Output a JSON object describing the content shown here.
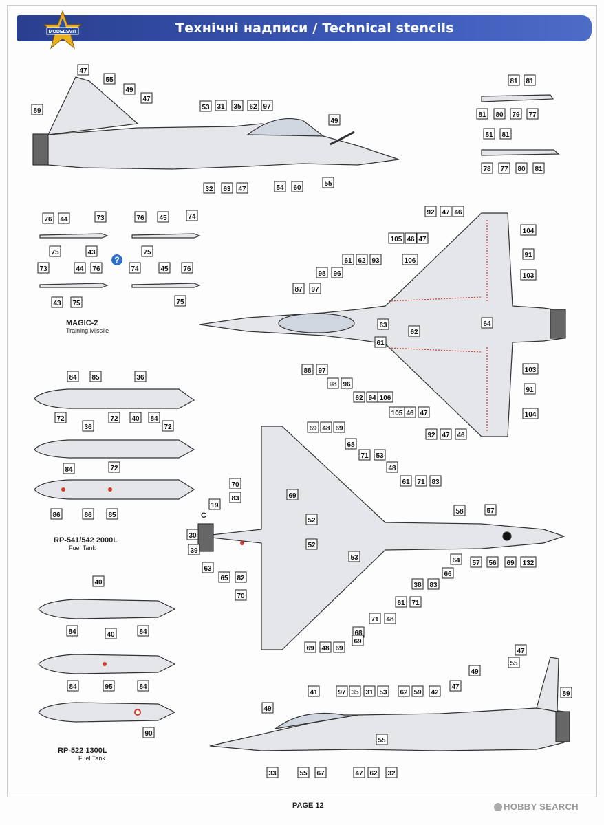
{
  "header": {
    "title": "Технічні надписи / Technical stencils",
    "logo_text": "MODELSVIT"
  },
  "captions": {
    "missile_title": "MAGIC-2",
    "missile_sub": "Training Missile",
    "tank1_title": "RP-541/542 2000L",
    "tank1_sub": "Fuel Tank",
    "tank2_title": "RP-522 1300L",
    "tank2_sub": "Fuel Tank",
    "question": "?",
    "brush_label": "C"
  },
  "footer": {
    "page": "PAGE 12",
    "watermark": "HOBBY SEARCH"
  },
  "colors": {
    "header": "#2f4aa0",
    "aircraft": "#e4e6ea",
    "outline": "#333333",
    "stencil_red": "#d23c2c"
  },
  "callouts": [
    {
      "t": "47"
    },
    {
      "t": "55"
    },
    {
      "t": "49"
    },
    {
      "t": "47"
    },
    {
      "t": "89"
    },
    {
      "t": "53"
    },
    {
      "t": "31"
    },
    {
      "t": "35"
    },
    {
      "t": "62"
    },
    {
      "t": "97"
    },
    {
      "t": "49"
    },
    {
      "t": "55"
    },
    {
      "t": "32"
    },
    {
      "t": "63"
    },
    {
      "t": "47"
    },
    {
      "t": "54"
    },
    {
      "t": "60"
    },
    {
      "t": "55"
    },
    {
      "t": "81"
    },
    {
      "t": "81"
    },
    {
      "t": "81"
    },
    {
      "t": "80"
    },
    {
      "t": "79"
    },
    {
      "t": "77"
    },
    {
      "t": "81"
    },
    {
      "t": "81"
    },
    {
      "t": "78"
    },
    {
      "t": "77"
    },
    {
      "t": "80"
    },
    {
      "t": "81"
    },
    {
      "t": "76"
    },
    {
      "t": "44"
    },
    {
      "t": "73"
    },
    {
      "t": "75"
    },
    {
      "t": "43"
    },
    {
      "t": "76"
    },
    {
      "t": "45"
    },
    {
      "t": "74"
    },
    {
      "t": "75"
    },
    {
      "t": "73"
    },
    {
      "t": "44"
    },
    {
      "t": "76"
    },
    {
      "t": "43"
    },
    {
      "t": "75"
    },
    {
      "t": "74"
    },
    {
      "t": "45"
    },
    {
      "t": "76"
    },
    {
      "t": "75"
    },
    {
      "t": "92"
    },
    {
      "t": "47"
    },
    {
      "t": "46"
    },
    {
      "t": "104"
    },
    {
      "t": "105"
    },
    {
      "t": "46"
    },
    {
      "t": "47"
    },
    {
      "t": "61"
    },
    {
      "t": "62"
    },
    {
      "t": "93"
    },
    {
      "t": "106"
    },
    {
      "t": "91"
    },
    {
      "t": "98"
    },
    {
      "t": "96"
    },
    {
      "t": "103"
    },
    {
      "t": "87"
    },
    {
      "t": "97"
    },
    {
      "t": "63"
    },
    {
      "t": "64"
    },
    {
      "t": "62"
    },
    {
      "t": "61"
    },
    {
      "t": "88"
    },
    {
      "t": "97"
    },
    {
      "t": "98"
    },
    {
      "t": "96"
    },
    {
      "t": "103"
    },
    {
      "t": "62"
    },
    {
      "t": "94"
    },
    {
      "t": "106"
    },
    {
      "t": "91"
    },
    {
      "t": "105"
    },
    {
      "t": "46"
    },
    {
      "t": "47"
    },
    {
      "t": "104"
    },
    {
      "t": "92"
    },
    {
      "t": "47"
    },
    {
      "t": "46"
    },
    {
      "t": "84"
    },
    {
      "t": "85"
    },
    {
      "t": "36"
    },
    {
      "t": "72"
    },
    {
      "t": "72"
    },
    {
      "t": "40"
    },
    {
      "t": "84"
    },
    {
      "t": "36"
    },
    {
      "t": "72"
    },
    {
      "t": "84"
    },
    {
      "t": "72"
    },
    {
      "t": "86"
    },
    {
      "t": "86"
    },
    {
      "t": "85"
    },
    {
      "t": "69"
    },
    {
      "t": "48"
    },
    {
      "t": "69"
    },
    {
      "t": "68"
    },
    {
      "t": "71"
    },
    {
      "t": "53"
    },
    {
      "t": "48"
    },
    {
      "t": "70"
    },
    {
      "t": "61"
    },
    {
      "t": "71"
    },
    {
      "t": "83"
    },
    {
      "t": "83"
    },
    {
      "t": "69"
    },
    {
      "t": "19"
    },
    {
      "t": "52"
    },
    {
      "t": "58"
    },
    {
      "t": "57"
    },
    {
      "t": "30"
    },
    {
      "t": "52"
    },
    {
      "t": "39"
    },
    {
      "t": "53"
    },
    {
      "t": "64"
    },
    {
      "t": "57"
    },
    {
      "t": "56"
    },
    {
      "t": "69"
    },
    {
      "t": "132"
    },
    {
      "t": "63"
    },
    {
      "t": "65"
    },
    {
      "t": "82"
    },
    {
      "t": "66"
    },
    {
      "t": "38"
    },
    {
      "t": "83"
    },
    {
      "t": "70"
    },
    {
      "t": "61"
    },
    {
      "t": "71"
    },
    {
      "t": "71"
    },
    {
      "t": "48"
    },
    {
      "t": "68"
    },
    {
      "t": "69"
    },
    {
      "t": "48"
    },
    {
      "t": "69"
    },
    {
      "t": "69"
    },
    {
      "t": "40"
    },
    {
      "t": "84"
    },
    {
      "t": "84"
    },
    {
      "t": "40"
    },
    {
      "t": "84"
    },
    {
      "t": "95"
    },
    {
      "t": "84"
    },
    {
      "t": "90"
    },
    {
      "t": "47"
    },
    {
      "t": "55"
    },
    {
      "t": "49"
    },
    {
      "t": "41"
    },
    {
      "t": "97"
    },
    {
      "t": "35"
    },
    {
      "t": "31"
    },
    {
      "t": "53"
    },
    {
      "t": "62"
    },
    {
      "t": "59"
    },
    {
      "t": "42"
    },
    {
      "t": "47"
    },
    {
      "t": "89"
    },
    {
      "t": "49"
    },
    {
      "t": "55"
    },
    {
      "t": "33"
    },
    {
      "t": "55"
    },
    {
      "t": "67"
    },
    {
      "t": "47"
    },
    {
      "t": "62"
    },
    {
      "t": "32"
    }
  ]
}
